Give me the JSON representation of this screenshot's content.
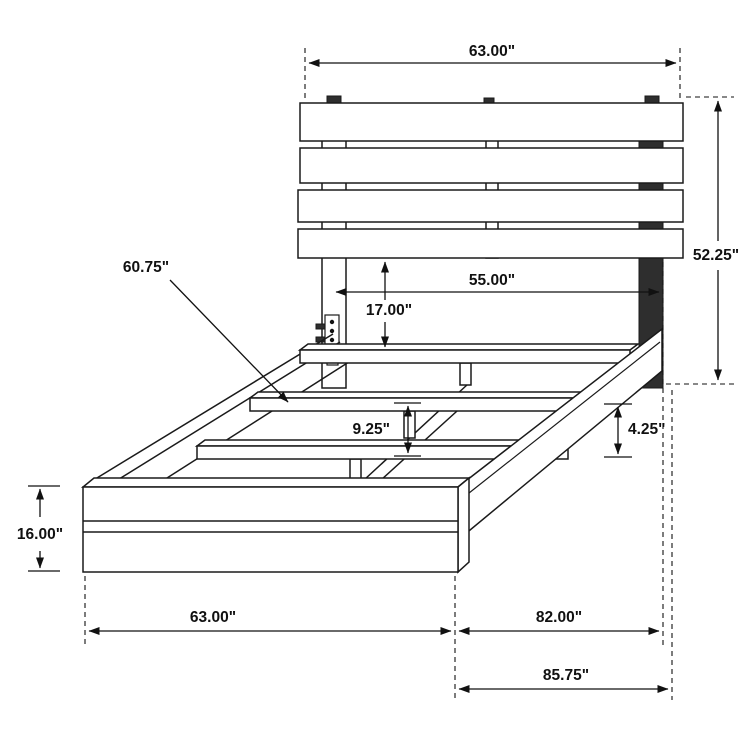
{
  "diagram": {
    "dimensions": {
      "headboard_width": "63.00\"",
      "headboard_height": "52.25\"",
      "inner_width": "55.00\"",
      "headboard_to_slats": "17.00\"",
      "slat_length": "60.75\"",
      "slat_clearance": "9.25\"",
      "rail_height": "4.25\"",
      "footboard_height": "16.00\"",
      "footboard_width": "63.00\"",
      "frame_length": "82.00\"",
      "overall_length": "85.75\""
    }
  }
}
